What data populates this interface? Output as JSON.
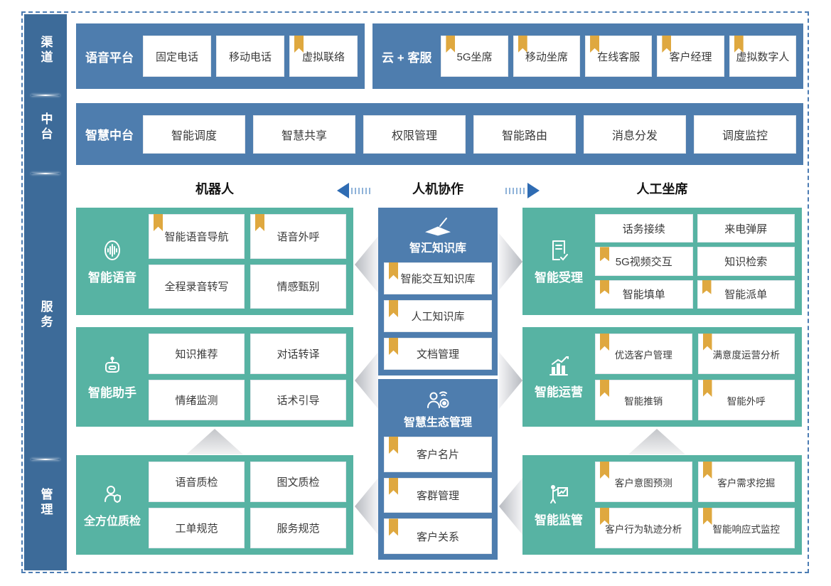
{
  "palette": {
    "bar_blue": "#4e7dae",
    "sidebar_blue": "#3d6b99",
    "teal": "#57b3a3",
    "bookmark_orange": "#dfa83f",
    "arrow_blue": "#2f6cb3",
    "frame_dash_blue": "#4c7cb3"
  },
  "sidebar": {
    "items": [
      {
        "label": "渠道"
      },
      {
        "label": "中台"
      },
      {
        "label": "服务"
      },
      {
        "label": "管理"
      }
    ]
  },
  "channel_row": {
    "voice_platform": {
      "title": "语音平台",
      "items": [
        {
          "label": "固定电话",
          "bookmark": false
        },
        {
          "label": "移动电话",
          "bookmark": false
        },
        {
          "label": "虚拟联络",
          "bookmark": true
        }
      ]
    },
    "cloud_service": {
      "title": "云 + 客服",
      "items": [
        {
          "label": "5G坐席",
          "bookmark": true
        },
        {
          "label": "移动坐席",
          "bookmark": true
        },
        {
          "label": "在线客服",
          "bookmark": true
        },
        {
          "label": "客户经理",
          "bookmark": true
        },
        {
          "label": "虚拟数字人",
          "bookmark": true
        }
      ]
    }
  },
  "midplatform_row": {
    "title": "智慧中台",
    "items": [
      {
        "label": "智能调度"
      },
      {
        "label": "智慧共享"
      },
      {
        "label": "权限管理"
      },
      {
        "label": "智能路由"
      },
      {
        "label": "消息分发"
      },
      {
        "label": "调度监控"
      }
    ]
  },
  "collab_header": {
    "robot": "机器人",
    "collaboration": "人机协作",
    "human_agent": "人工坐席"
  },
  "robot_column": {
    "smart_voice": {
      "title": "智能语音",
      "icon": "voice-wave-icon",
      "items": [
        {
          "label": "智能语音导航",
          "bookmark": true
        },
        {
          "label": "语音外呼",
          "bookmark": true
        },
        {
          "label": "全程录音转写",
          "bookmark": false
        },
        {
          "label": "情感甄别",
          "bookmark": false
        }
      ]
    },
    "smart_assistant": {
      "title": "智能助手",
      "icon": "robot-icon",
      "items": [
        {
          "label": "知识推荐",
          "bookmark": false
        },
        {
          "label": "对话转译",
          "bookmark": false
        },
        {
          "label": "情绪监测",
          "bookmark": false
        },
        {
          "label": "话术引导",
          "bookmark": false
        }
      ]
    },
    "quality_inspection": {
      "title": "全方位质检",
      "icon": "person-badge-icon",
      "items": [
        {
          "label": "语音质检",
          "bookmark": false
        },
        {
          "label": "图文质检",
          "bookmark": false
        },
        {
          "label": "工单规范",
          "bookmark": false
        },
        {
          "label": "服务规范",
          "bookmark": false
        }
      ]
    }
  },
  "center_column": {
    "knowledge_base": {
      "title": "智汇知识库",
      "icon": "book-pen-icon",
      "items": [
        {
          "label": "智能交互知识库",
          "bookmark": true
        },
        {
          "label": "人工知识库",
          "bookmark": true
        },
        {
          "label": "文档管理",
          "bookmark": true
        }
      ]
    },
    "ecosystem_mgmt": {
      "title": "智慧生态管理",
      "icon": "person-network-icon",
      "items": [
        {
          "label": "客户名片",
          "bookmark": true
        },
        {
          "label": "客群管理",
          "bookmark": true
        },
        {
          "label": "客户关系",
          "bookmark": true
        }
      ]
    }
  },
  "agent_column": {
    "smart_acceptance": {
      "title": "智能受理",
      "icon": "document-check-icon",
      "items": [
        {
          "label": "话务接续",
          "bookmark": false
        },
        {
          "label": "来电弹屏",
          "bookmark": false
        },
        {
          "label": "5G视频交互",
          "bookmark": true
        },
        {
          "label": "知识检索",
          "bookmark": false
        },
        {
          "label": "智能填单",
          "bookmark": true
        },
        {
          "label": "智能派单",
          "bookmark": true
        }
      ]
    },
    "smart_operation": {
      "title": "智能运营",
      "icon": "chart-up-icon",
      "items": [
        {
          "label": "优选客户管理",
          "bookmark": true
        },
        {
          "label": "满意度运营分析",
          "bookmark": true
        },
        {
          "label": "智能推销",
          "bookmark": true
        },
        {
          "label": "智能外呼",
          "bookmark": true
        }
      ]
    },
    "smart_supervision": {
      "title": "智能监管",
      "icon": "presenter-board-icon",
      "items": [
        {
          "label": "客户意图预测",
          "bookmark": true
        },
        {
          "label": "客户需求挖掘",
          "bookmark": true
        },
        {
          "label": "客户行为轨迹分析",
          "bookmark": true
        },
        {
          "label": "智能响应式监控",
          "bookmark": true
        }
      ]
    }
  }
}
